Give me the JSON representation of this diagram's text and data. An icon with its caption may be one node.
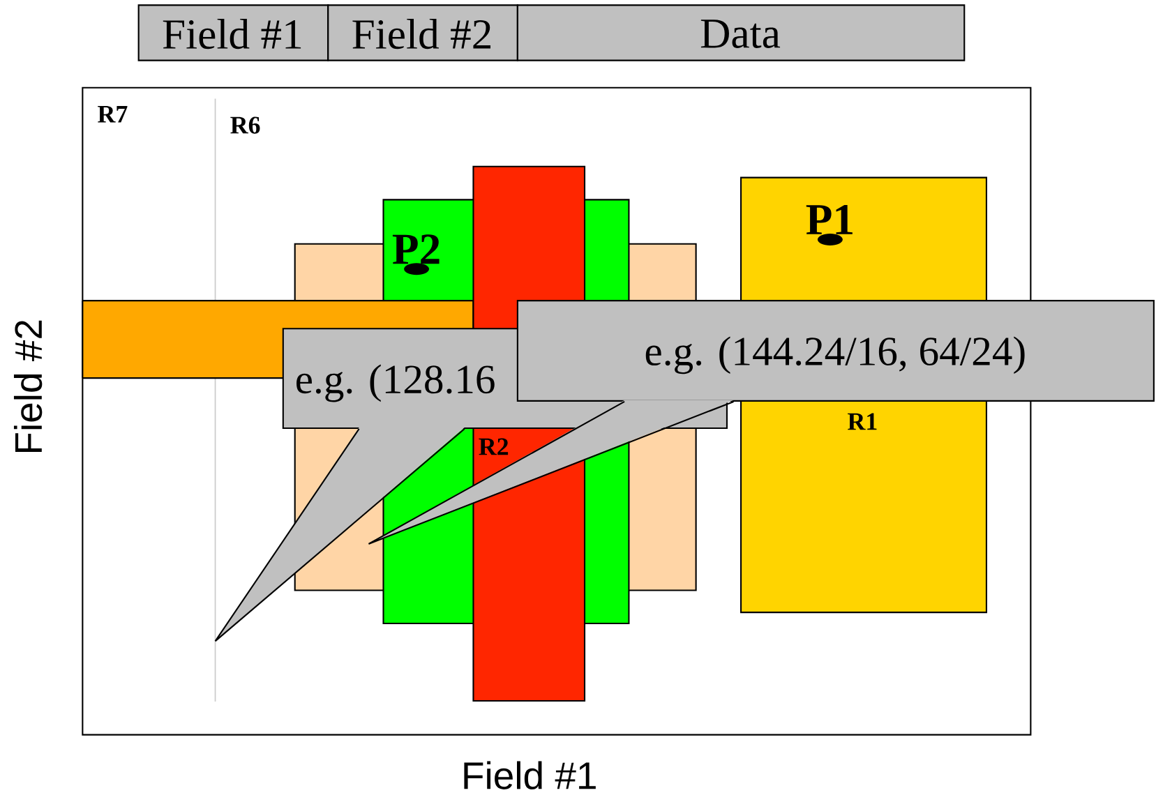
{
  "diagram": {
    "nodes": [
      {
        "text": [
          "Field #1"
        ]
      },
      {
        "text": [
          "Field #2"
        ]
      },
      {
        "text": [
          "Data"
        ]
      },
      {
        "text": [
          "R7"
        ]
      },
      {
        "text": [
          "R6"
        ],
        "in": 3
      },
      {
        "text": [],
        "shape": "box",
        "in": 3
      },
      {
        "text": [
          "P2"
        ],
        "in": 3
      },
      {
        "text": [],
        "shape": "bar",
        "in": 3
      },
      {
        "text": [
          "R2"
        ],
        "in": 3
      },
      {
        "text": [
          "P1",
          "R1"
        ],
        "in": 3
      },
      {
        "text": [
          "e.g. (128.16"
        ],
        "in": 3
      },
      {
        "text": [
          "e.g. (144.24/16, 64/24)"
        ]
      }
    ],
    "edges": [
      {
        "from": 10,
        "to": null,
        "arrow": "none"
      },
      {
        "from": 11,
        "to": null,
        "arrow": "none"
      }
    ],
    "labels": [
      "Field #2",
      "Field #1"
    ]
  }
}
